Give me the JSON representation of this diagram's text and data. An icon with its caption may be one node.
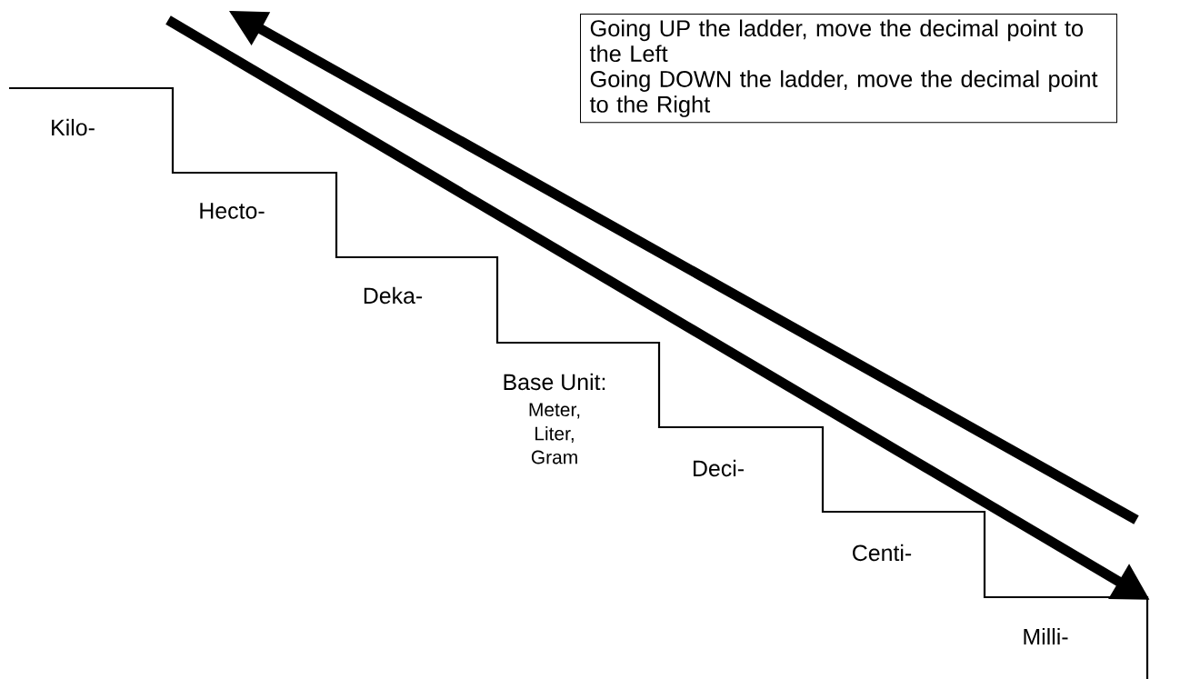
{
  "diagram": {
    "nodes": [
      {
        "text": [
          "Going UP the ladder, move the decimal point to the Left",
          "Going DOWN the ladder, move the decimal point to the Right"
        ]
      }
    ],
    "labels": [
      "Kilo-",
      "Hecto-",
      "Deka-",
      "Base Unit:",
      "Meter,",
      "Liter,",
      "Gram",
      "Deci-",
      "Centi-",
      "Milli-"
    ]
  }
}
